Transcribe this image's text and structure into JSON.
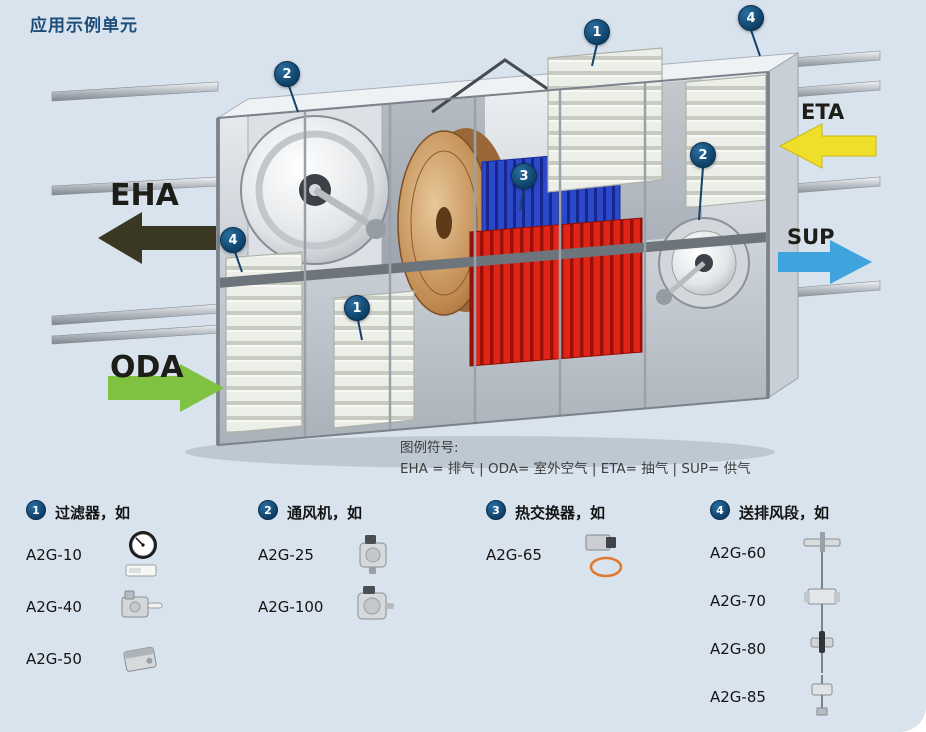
{
  "page": {
    "title": "应用示例单元"
  },
  "diagram": {
    "flows": [
      {
        "label": "EHA",
        "color": "#3a3823"
      },
      {
        "label": "ODA",
        "color": "#7fc241"
      },
      {
        "label": "ETA",
        "color": "#f0df2a"
      },
      {
        "label": "SUP",
        "color": "#3fa3dd"
      }
    ],
    "callouts": [
      "1",
      "4",
      "2",
      "2",
      "3",
      "4",
      "1"
    ],
    "legend": {
      "title": "图例符号:",
      "text": "EHA = 排气 | ODA= 室外空气 | ETA= 抽气 | SUP= 供气"
    }
  },
  "categories": [
    {
      "number": "1",
      "title": "过滤器，如",
      "items": [
        "A2G-10",
        "A2G-40",
        "A2G-50"
      ]
    },
    {
      "number": "2",
      "title": "通风机，如",
      "items": [
        "A2G-25",
        "A2G-100"
      ]
    },
    {
      "number": "3",
      "title": "热交换器，如",
      "items": [
        "A2G-65"
      ]
    },
    {
      "number": "4",
      "title": "送排风段，如",
      "items": [
        "A2G-60",
        "A2G-70",
        "A2G-80",
        "A2G-85"
      ]
    }
  ]
}
